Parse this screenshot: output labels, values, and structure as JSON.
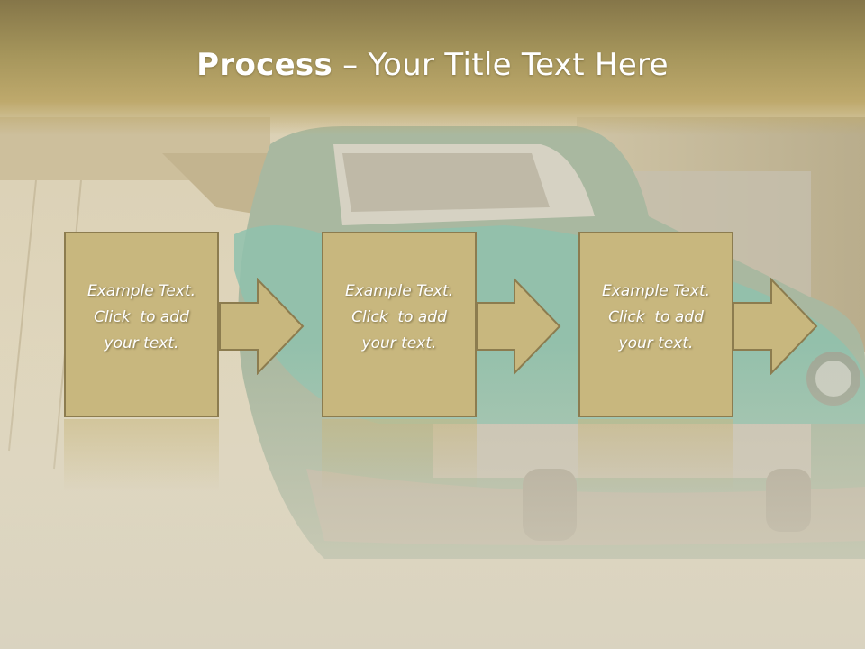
{
  "title": {
    "bold": "Process",
    "rest": " – Your Title Text Here"
  },
  "steps": [
    {
      "line1": "Example Text.",
      "line2": "Click  to add",
      "line3": "your text."
    },
    {
      "line1": "Example Text.",
      "line2": "Click  to add",
      "line3": "your text."
    },
    {
      "line1": "Example Text.",
      "line2": "Click  to add",
      "line3": "your text."
    }
  ],
  "colors": {
    "box": "#c8b77e",
    "border": "#8c7c4f",
    "title_bar": "#a5955b",
    "text": "#ffffff"
  },
  "icons": {
    "arrow": "right-arrow-icon"
  }
}
